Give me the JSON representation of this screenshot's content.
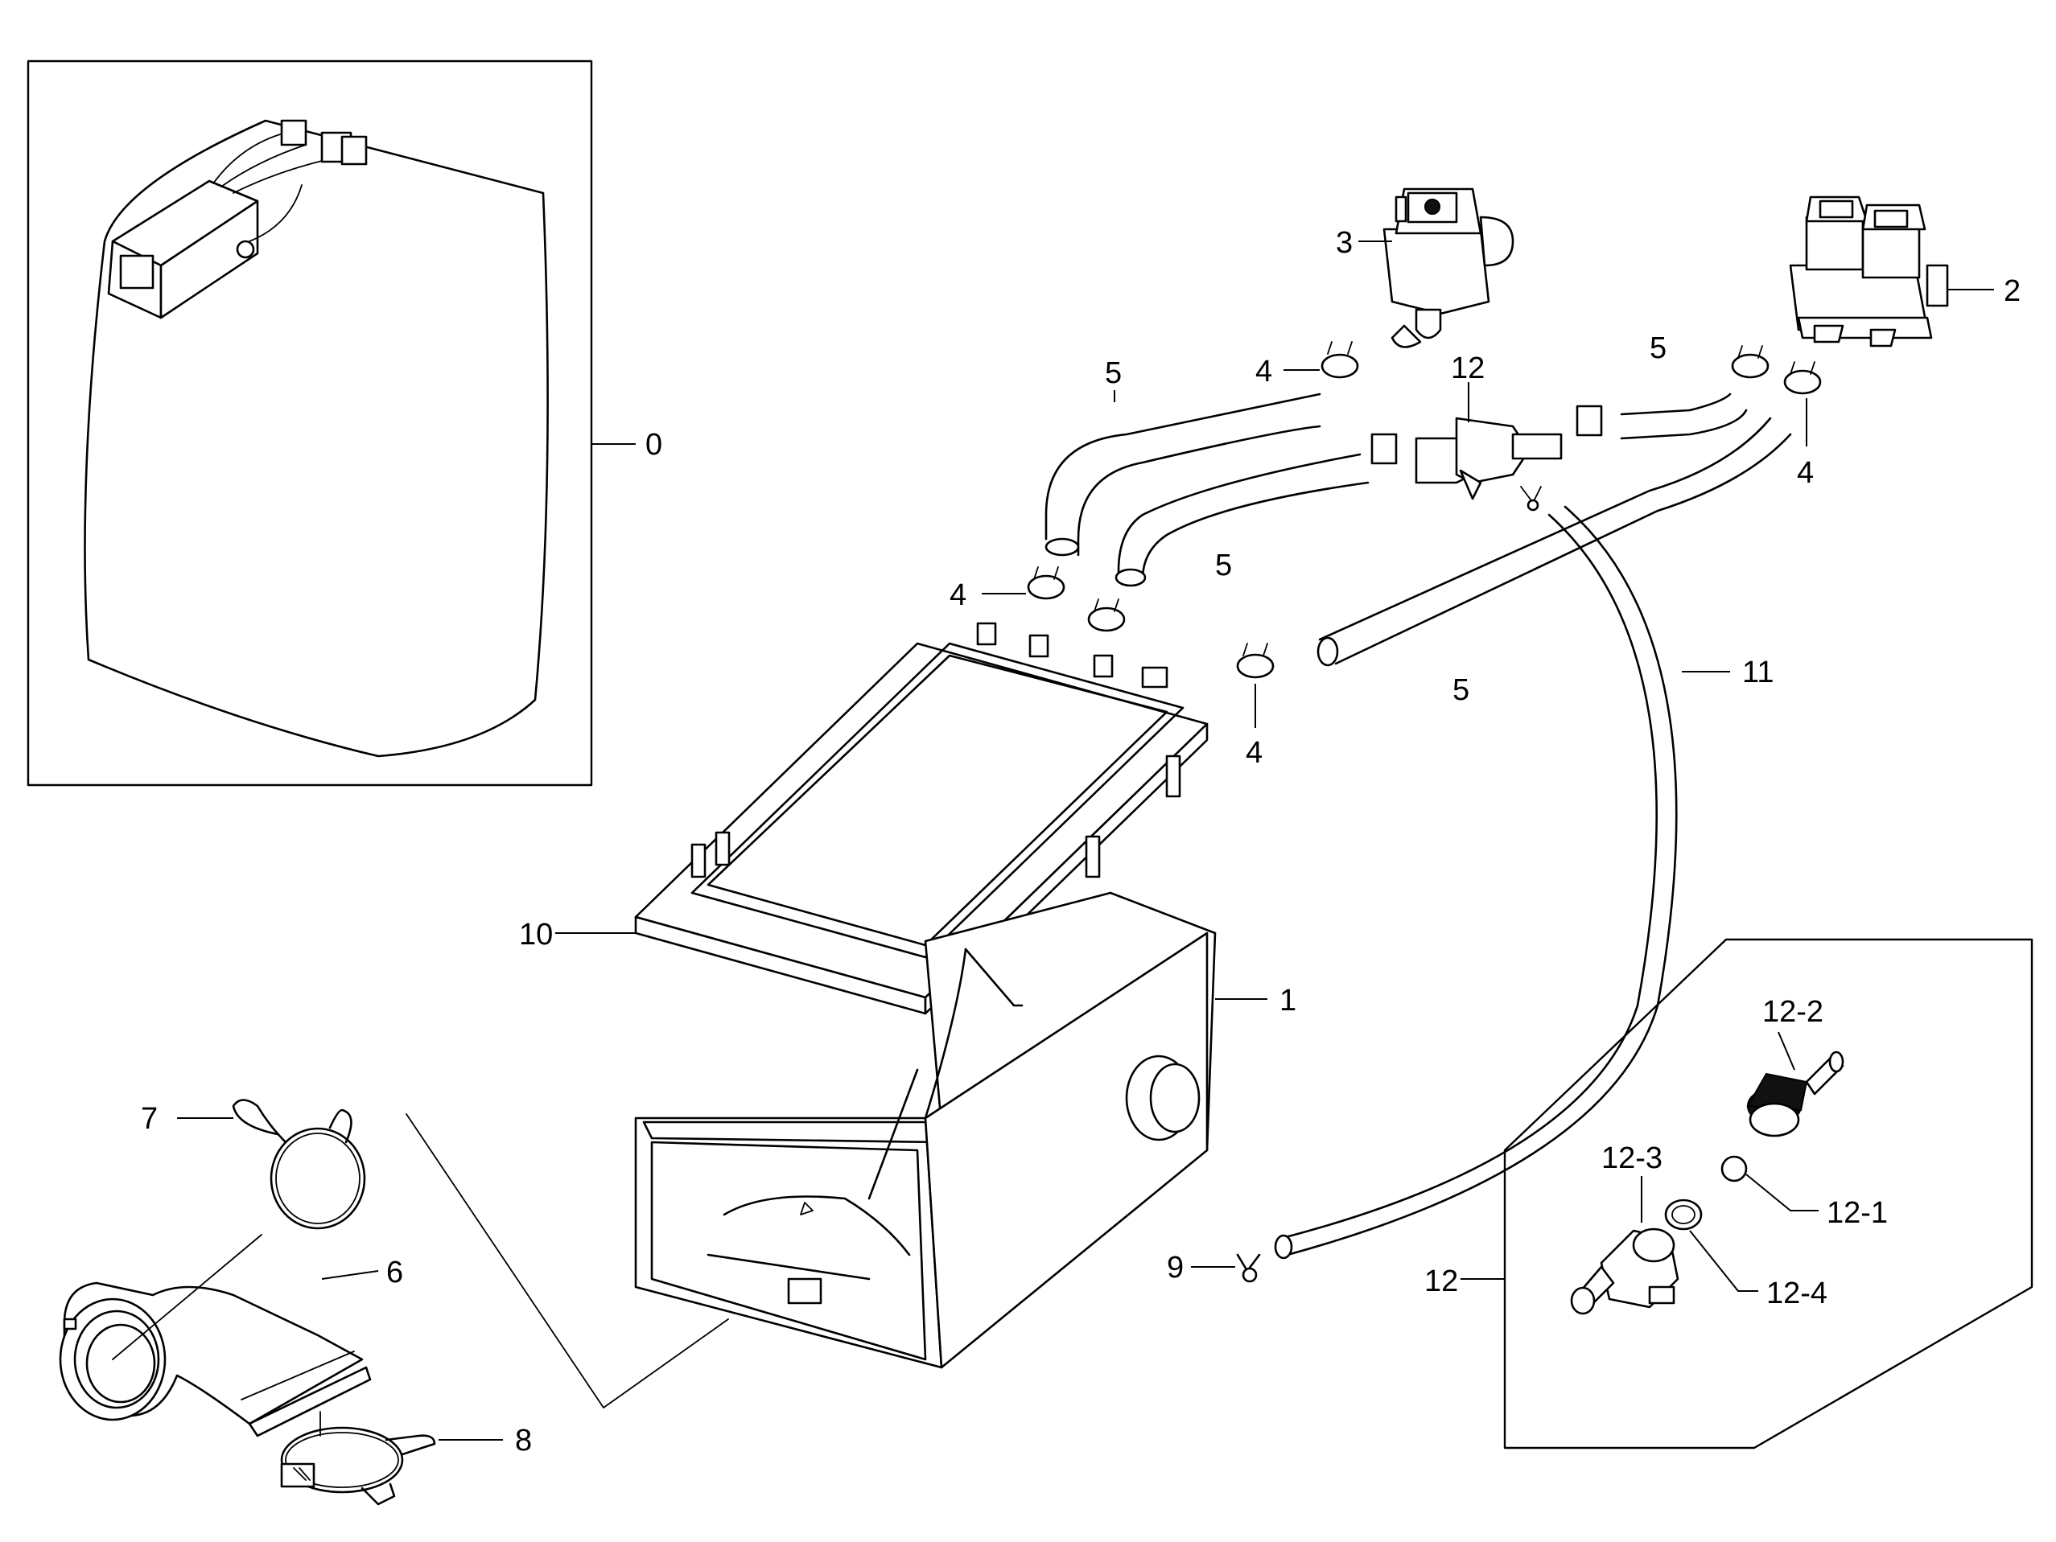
{
  "callouts": {
    "c0": "0",
    "c1": "1",
    "c2": "2",
    "c3": "3",
    "c4a": "4",
    "c4b": "4",
    "c4c": "4",
    "c5a": "5",
    "c5b": "5",
    "c5c": "5",
    "c5d": "5",
    "c6": "6",
    "c7": "7",
    "c8": "8",
    "c9": "9",
    "c10": "10",
    "c11": "11",
    "c12a": "12",
    "c12b": "12",
    "c12_1": "12-1",
    "c12_2": "12-2",
    "c12_3": "12-3",
    "c12_4": "12-4"
  }
}
